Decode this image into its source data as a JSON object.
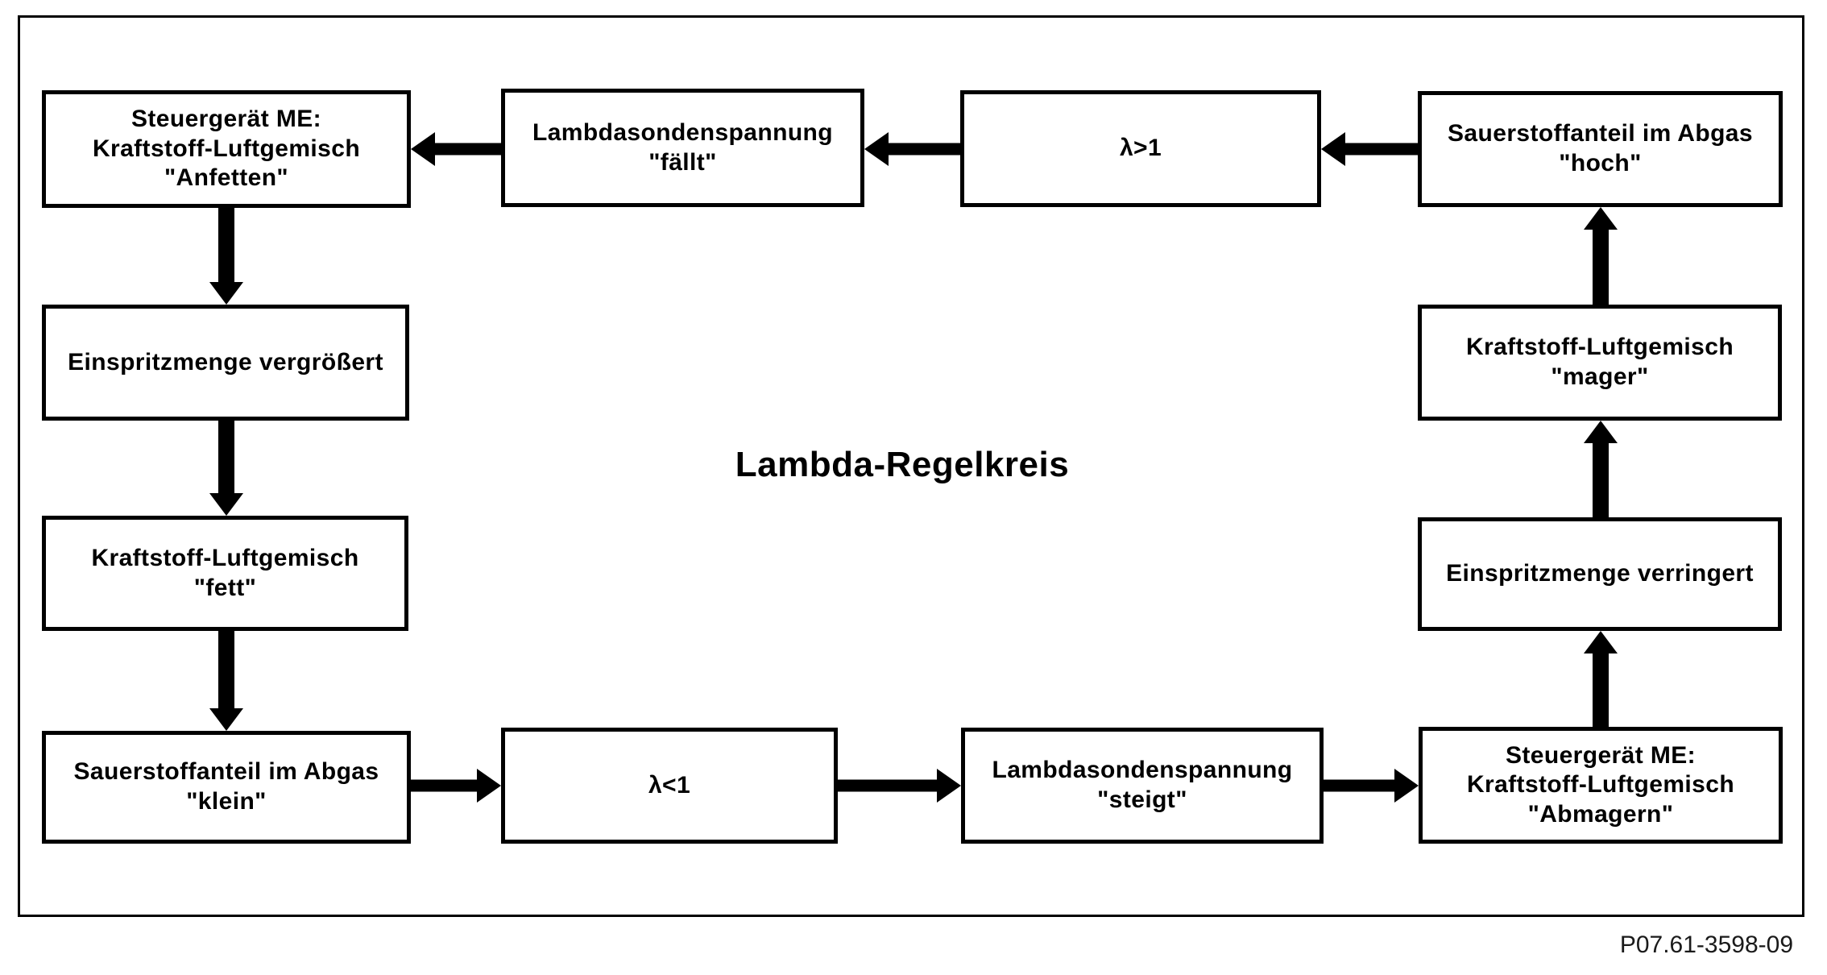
{
  "diagram": {
    "title": "Lambda-Regelkreis",
    "figure_code": "P07.61-3598-09",
    "colors": {
      "background": "#ffffff",
      "box_fill": "#ffffff",
      "box_border": "#000000",
      "text": "#000000"
    },
    "boxes": {
      "steuergeraet_anfetten": "Steuergerät ME:\nKraftstoff-Luftgemisch\n\"Anfetten\"",
      "lambdasondenspannung_faellt": "Lambdasondenspannung\n\"fällt\"",
      "lambda_groesser_1": "λ>1",
      "sauerstoffanteil_hoch": "Sauerstoffanteil im Abgas\n\"hoch\"",
      "einspritzmenge_vergroessert": "Einspritzmenge vergrößert",
      "kraftstoff_fett": "Kraftstoff-Luftgemisch\n\"fett\"",
      "sauerstoffanteil_klein": "Sauerstoffanteil im Abgas\n\"klein\"",
      "lambda_kleiner_1": "λ<1",
      "lambdasondenspannung_steigt": "Lambdasondenspannung\n\"steigt\"",
      "steuergeraet_abmagern": "Steuergerät ME:\nKraftstoff-Luftgemisch\n\"Abmagern\"",
      "einspritzmenge_verringert": "Einspritzmenge verringert",
      "kraftstoff_mager": "Kraftstoff-Luftgemisch\n\"mager\""
    }
  }
}
